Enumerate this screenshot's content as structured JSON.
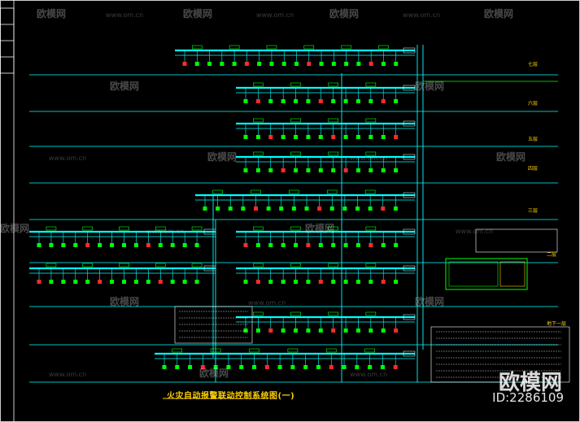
{
  "drawing": {
    "title": "火灾自动报警联动控制系统图(一)",
    "floors": [
      "七层",
      "六层",
      "五层",
      "四层",
      "三层",
      "二层",
      "地下一层"
    ],
    "brand": "欧模网",
    "id": "ID:2286109",
    "watermarks": {
      "logo_text": "欧模网",
      "url": "www.om.cn"
    }
  },
  "colors": {
    "background": "#000000",
    "bus": "#00ffff",
    "device_green": "#00ff00",
    "device_red": "#ff2a2a",
    "label": "#ffd200",
    "frame": "#ffffff"
  }
}
